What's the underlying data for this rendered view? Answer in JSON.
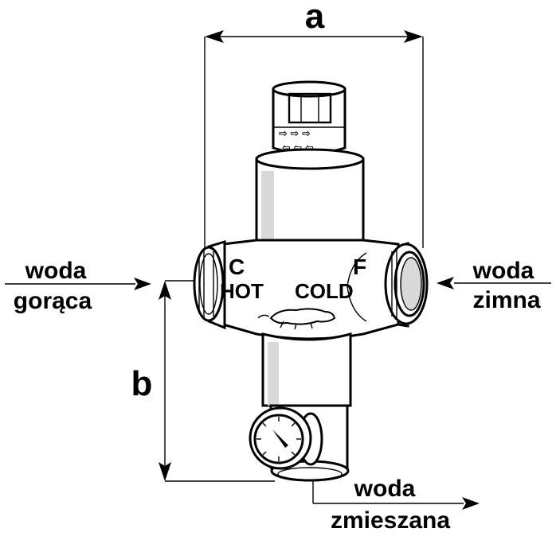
{
  "labels": {
    "dim_a": "a",
    "dim_b": "b",
    "inlet_hot": [
      "woda",
      "gorąca"
    ],
    "inlet_cold": [
      "woda",
      "zimna"
    ],
    "outlet_mixed": [
      "woda",
      "zmieszana"
    ],
    "hot_letter": "C",
    "hot_word": "HOT",
    "cold_letter": "F",
    "cold_word": "COLD"
  },
  "colors": {
    "line": "#000000",
    "background": "#ffffff",
    "shading": "#d9d9d9"
  }
}
